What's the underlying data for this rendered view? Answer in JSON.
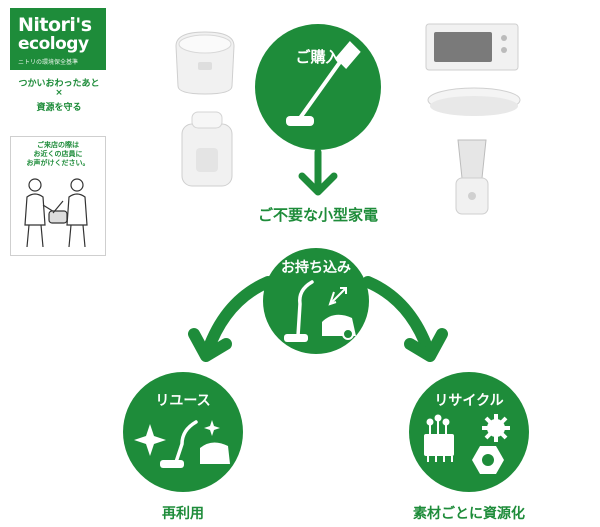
{
  "logo": {
    "line1": "Nitori's",
    "line2": "ecology",
    "subtitle": "ニトリの環境保全基準"
  },
  "tagline": {
    "line1": "つかいおわったあと",
    "line2": "×",
    "line3": "資源を守る"
  },
  "store_card": {
    "line1": "ご来店の際は",
    "line2": "お近くの店員に",
    "line3": "お声がけください。"
  },
  "flow": {
    "purchase": "ご購入",
    "unwanted": "ご不要な小型家電",
    "bring": "お持ち込み",
    "reuse": "リユース",
    "reuse_caption": "再利用",
    "recycle": "リサイクル",
    "recycle_caption": "素材ごとに資源化"
  },
  "colors": {
    "brand_green": "#1e8c3a",
    "appliance_white": "#eeeeee",
    "appliance_shadow": "#c8c8c8"
  }
}
